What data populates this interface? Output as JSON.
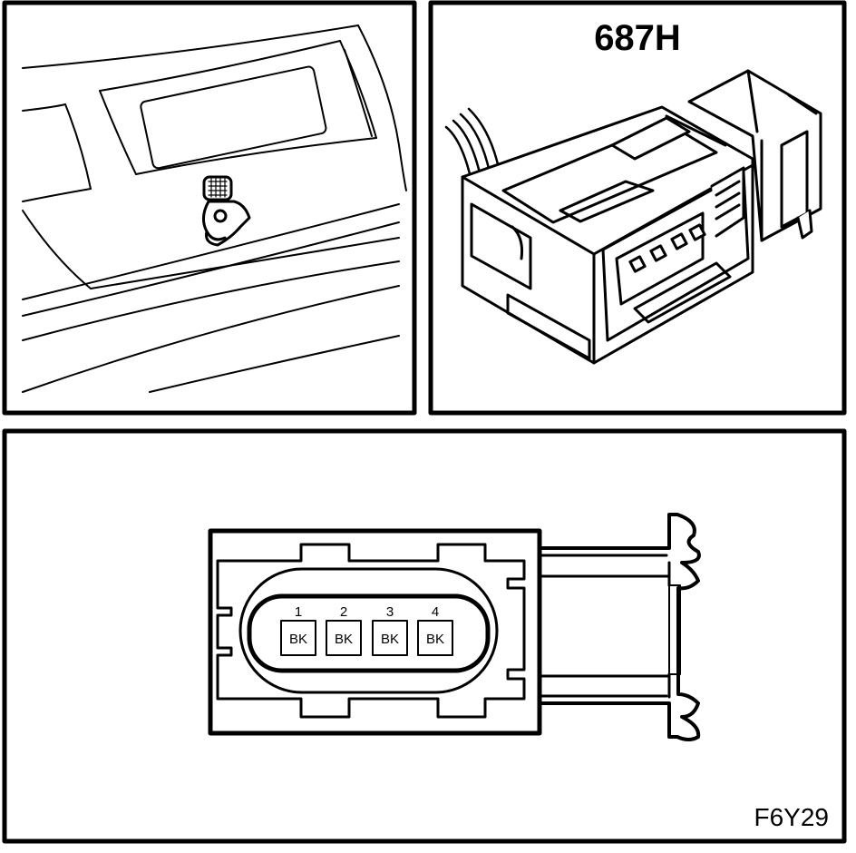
{
  "connector": {
    "id": "687H",
    "figure_code": "F6Y29",
    "pins": [
      {
        "number": "1",
        "wire_color": "BK"
      },
      {
        "number": "2",
        "wire_color": "BK"
      },
      {
        "number": "3",
        "wire_color": "BK"
      },
      {
        "number": "4",
        "wire_color": "BK"
      }
    ]
  },
  "panels": {
    "location_view": "rear trunk lid with license plate lamp connector",
    "connector_view": "isometric connector view",
    "face_view": "connector face view"
  }
}
